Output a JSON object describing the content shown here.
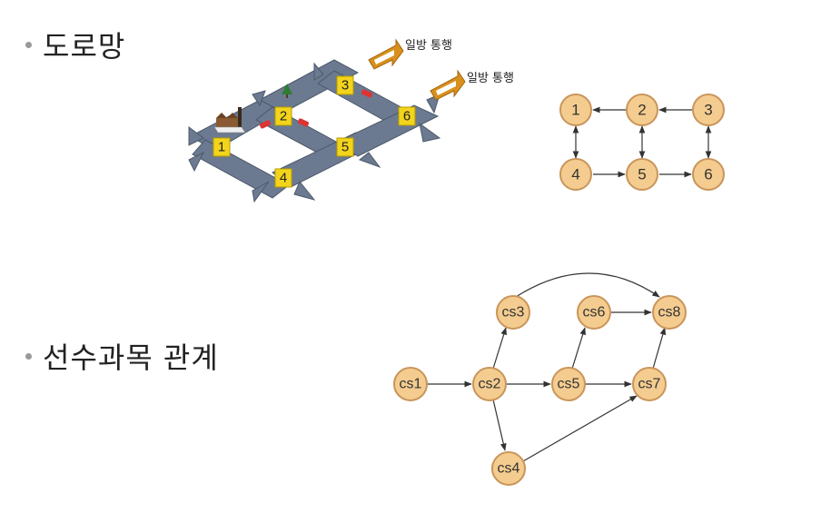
{
  "sections": [
    {
      "label": "도로망"
    },
    {
      "label": "선수과목 관계"
    }
  ],
  "road_map": {
    "intersections": [
      "1",
      "2",
      "3",
      "4",
      "5",
      "6"
    ],
    "one_way_labels": [
      "일방 통행",
      "일방 통행"
    ]
  },
  "road_graph": {
    "nodes": [
      "1",
      "2",
      "3",
      "4",
      "5",
      "6"
    ]
  },
  "course_graph": {
    "nodes": [
      "cs1",
      "cs2",
      "cs3",
      "cs4",
      "cs5",
      "cs6",
      "cs7",
      "cs8"
    ]
  },
  "colors": {
    "node_fill": "#f4cc8f",
    "node_stroke": "#c9955a",
    "road": "#6b7a90",
    "intersection_box": "#f3d41c",
    "one_way_arrow": "#d8901c"
  }
}
